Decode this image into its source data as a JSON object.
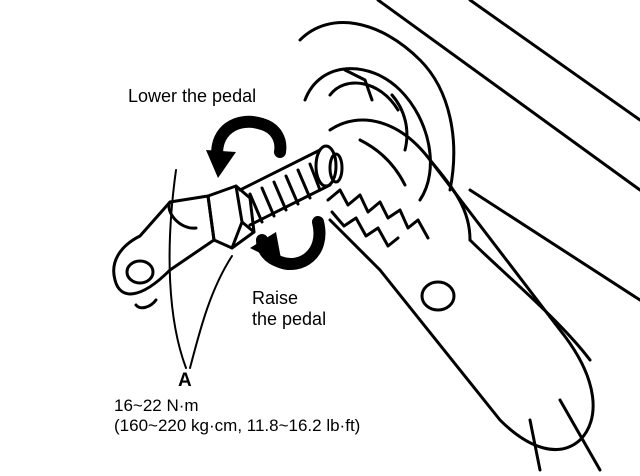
{
  "labels": {
    "lower_pedal": "Lower the pedal",
    "raise_pedal_line1": "Raise",
    "raise_pedal_line2": "the pedal",
    "callout": "A",
    "torque_line1": "16~22 N·m",
    "torque_line2": "(160~220 kg·cm, 11.8~16.2 lb·ft)"
  },
  "icons": {
    "lower_arrow": "rotate-arrow-icon",
    "raise_arrow": "rotate-arrow-icon"
  },
  "colors": {
    "ink": "#000000",
    "paper": "#ffffff"
  }
}
